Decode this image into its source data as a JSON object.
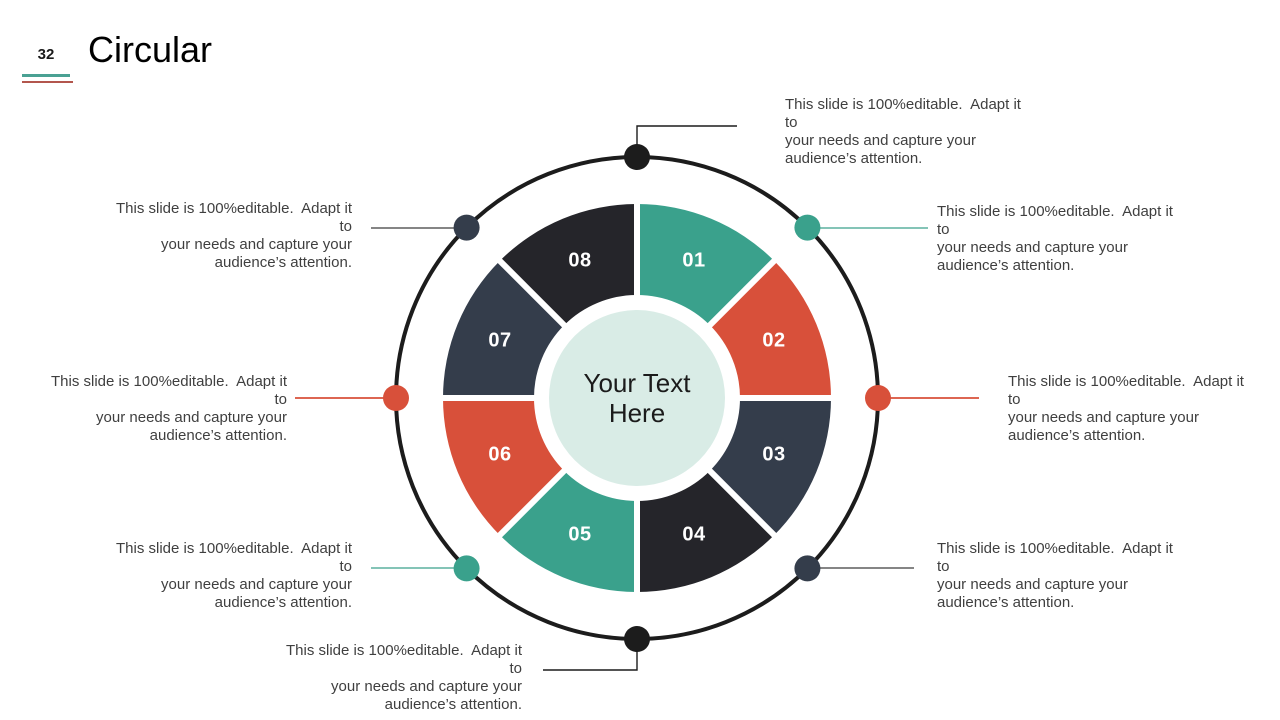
{
  "slide": {
    "page_number": "32",
    "title": "Circular",
    "accent_teal": "#4aa193",
    "accent_red": "#b3564d"
  },
  "diagram": {
    "center_text": "Your Text Here",
    "center_fill": "#d9ece6",
    "ring_color": "#1c1c1c",
    "gap_color": "#ffffff",
    "segments": [
      {
        "label": "01",
        "color": "#3aa18c"
      },
      {
        "label": "02",
        "color": "#d8503a"
      },
      {
        "label": "03",
        "color": "#343d4b"
      },
      {
        "label": "04",
        "color": "#25252a"
      },
      {
        "label": "05",
        "color": "#3aa18c"
      },
      {
        "label": "06",
        "color": "#d8503a"
      },
      {
        "label": "07",
        "color": "#343d4b"
      },
      {
        "label": "08",
        "color": "#25252a"
      }
    ],
    "callouts": [
      {
        "id": "top",
        "dot_color": "#1c1c1c",
        "line_color": "#1c1c1c",
        "lines": [
          "This slide is 100%editable.  Adapt it to",
          "your needs and capture your",
          "audience’s attention."
        ]
      },
      {
        "id": "top-right",
        "dot_color": "#3aa18c",
        "line_color": "#3aa18c",
        "lines": [
          "This slide is 100%editable.  Adapt it to",
          "your needs and capture your",
          "audience’s attention."
        ]
      },
      {
        "id": "right",
        "dot_color": "#d8503a",
        "line_color": "#d8503a",
        "lines": [
          "This slide is 100%editable.  Adapt it to",
          "your needs and capture your",
          "audience’s attention."
        ]
      },
      {
        "id": "bottom-right",
        "dot_color": "#343d4b",
        "line_color": "#3c3c3c",
        "lines": [
          "This slide is 100%editable.  Adapt it to",
          "your needs and capture your",
          "audience’s attention."
        ]
      },
      {
        "id": "bottom",
        "dot_color": "#1c1c1c",
        "line_color": "#1c1c1c",
        "lines": [
          "This slide is 100%editable.  Adapt it to",
          "your needs and capture your",
          "audience’s attention."
        ]
      },
      {
        "id": "bottom-left",
        "dot_color": "#3aa18c",
        "line_color": "#3aa18c",
        "lines": [
          "This slide is 100%editable.  Adapt it to",
          "your needs and capture your",
          "audience’s attention."
        ]
      },
      {
        "id": "left",
        "dot_color": "#d8503a",
        "line_color": "#d8503a",
        "lines": [
          "This slide is 100%editable.  Adapt it to",
          "your needs and capture your",
          "audience’s attention."
        ]
      },
      {
        "id": "top-left",
        "dot_color": "#343d4b",
        "line_color": "#3c3c3c",
        "lines": [
          "This slide is 100%editable.  Adapt it to",
          "your needs and capture your",
          "audience’s attention."
        ]
      }
    ]
  }
}
